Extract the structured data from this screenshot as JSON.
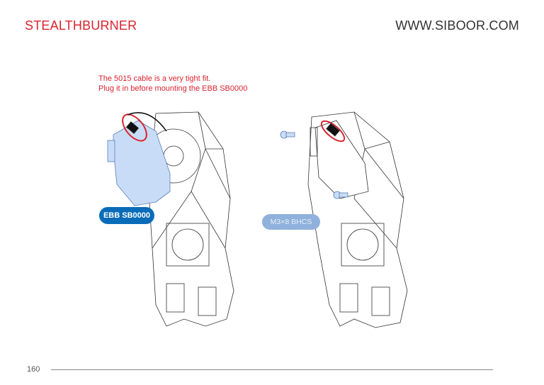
{
  "header": {
    "title": "STEALTHBURNER",
    "website": "WWW.SIBOOR.COM"
  },
  "note": {
    "line1": "The 5015 cable is a very tight fit.",
    "line2": "Plug it in before mounting the EBB SB0000"
  },
  "labels": {
    "board": "EBB SB0000",
    "screw": "M3×8 BHCS"
  },
  "footer": {
    "page_number": "160"
  },
  "colors": {
    "accent": "#d9242f",
    "board_label": "#0a6cb8",
    "screw_label": "#8fb1dc",
    "part_blue": "#c9dcf7"
  }
}
